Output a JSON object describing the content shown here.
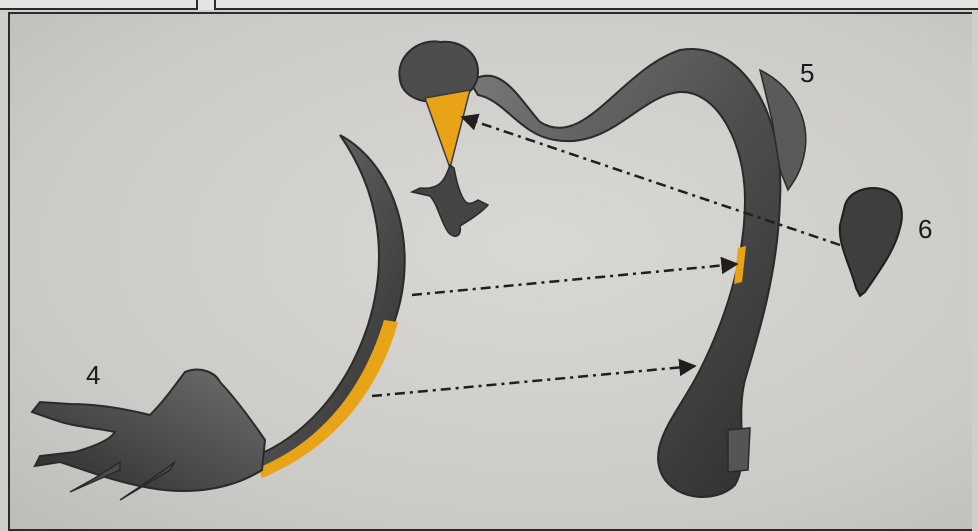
{
  "labels": {
    "part4": "4",
    "part5": "5",
    "part6": "6"
  },
  "colors": {
    "glue_area": "#e8a317",
    "part_grey": "#5c5c5c",
    "arrow": "#1f1f1f",
    "background": "#cfcecb"
  },
  "icons": {
    "arrow_style": "dash-dot-arrow"
  }
}
